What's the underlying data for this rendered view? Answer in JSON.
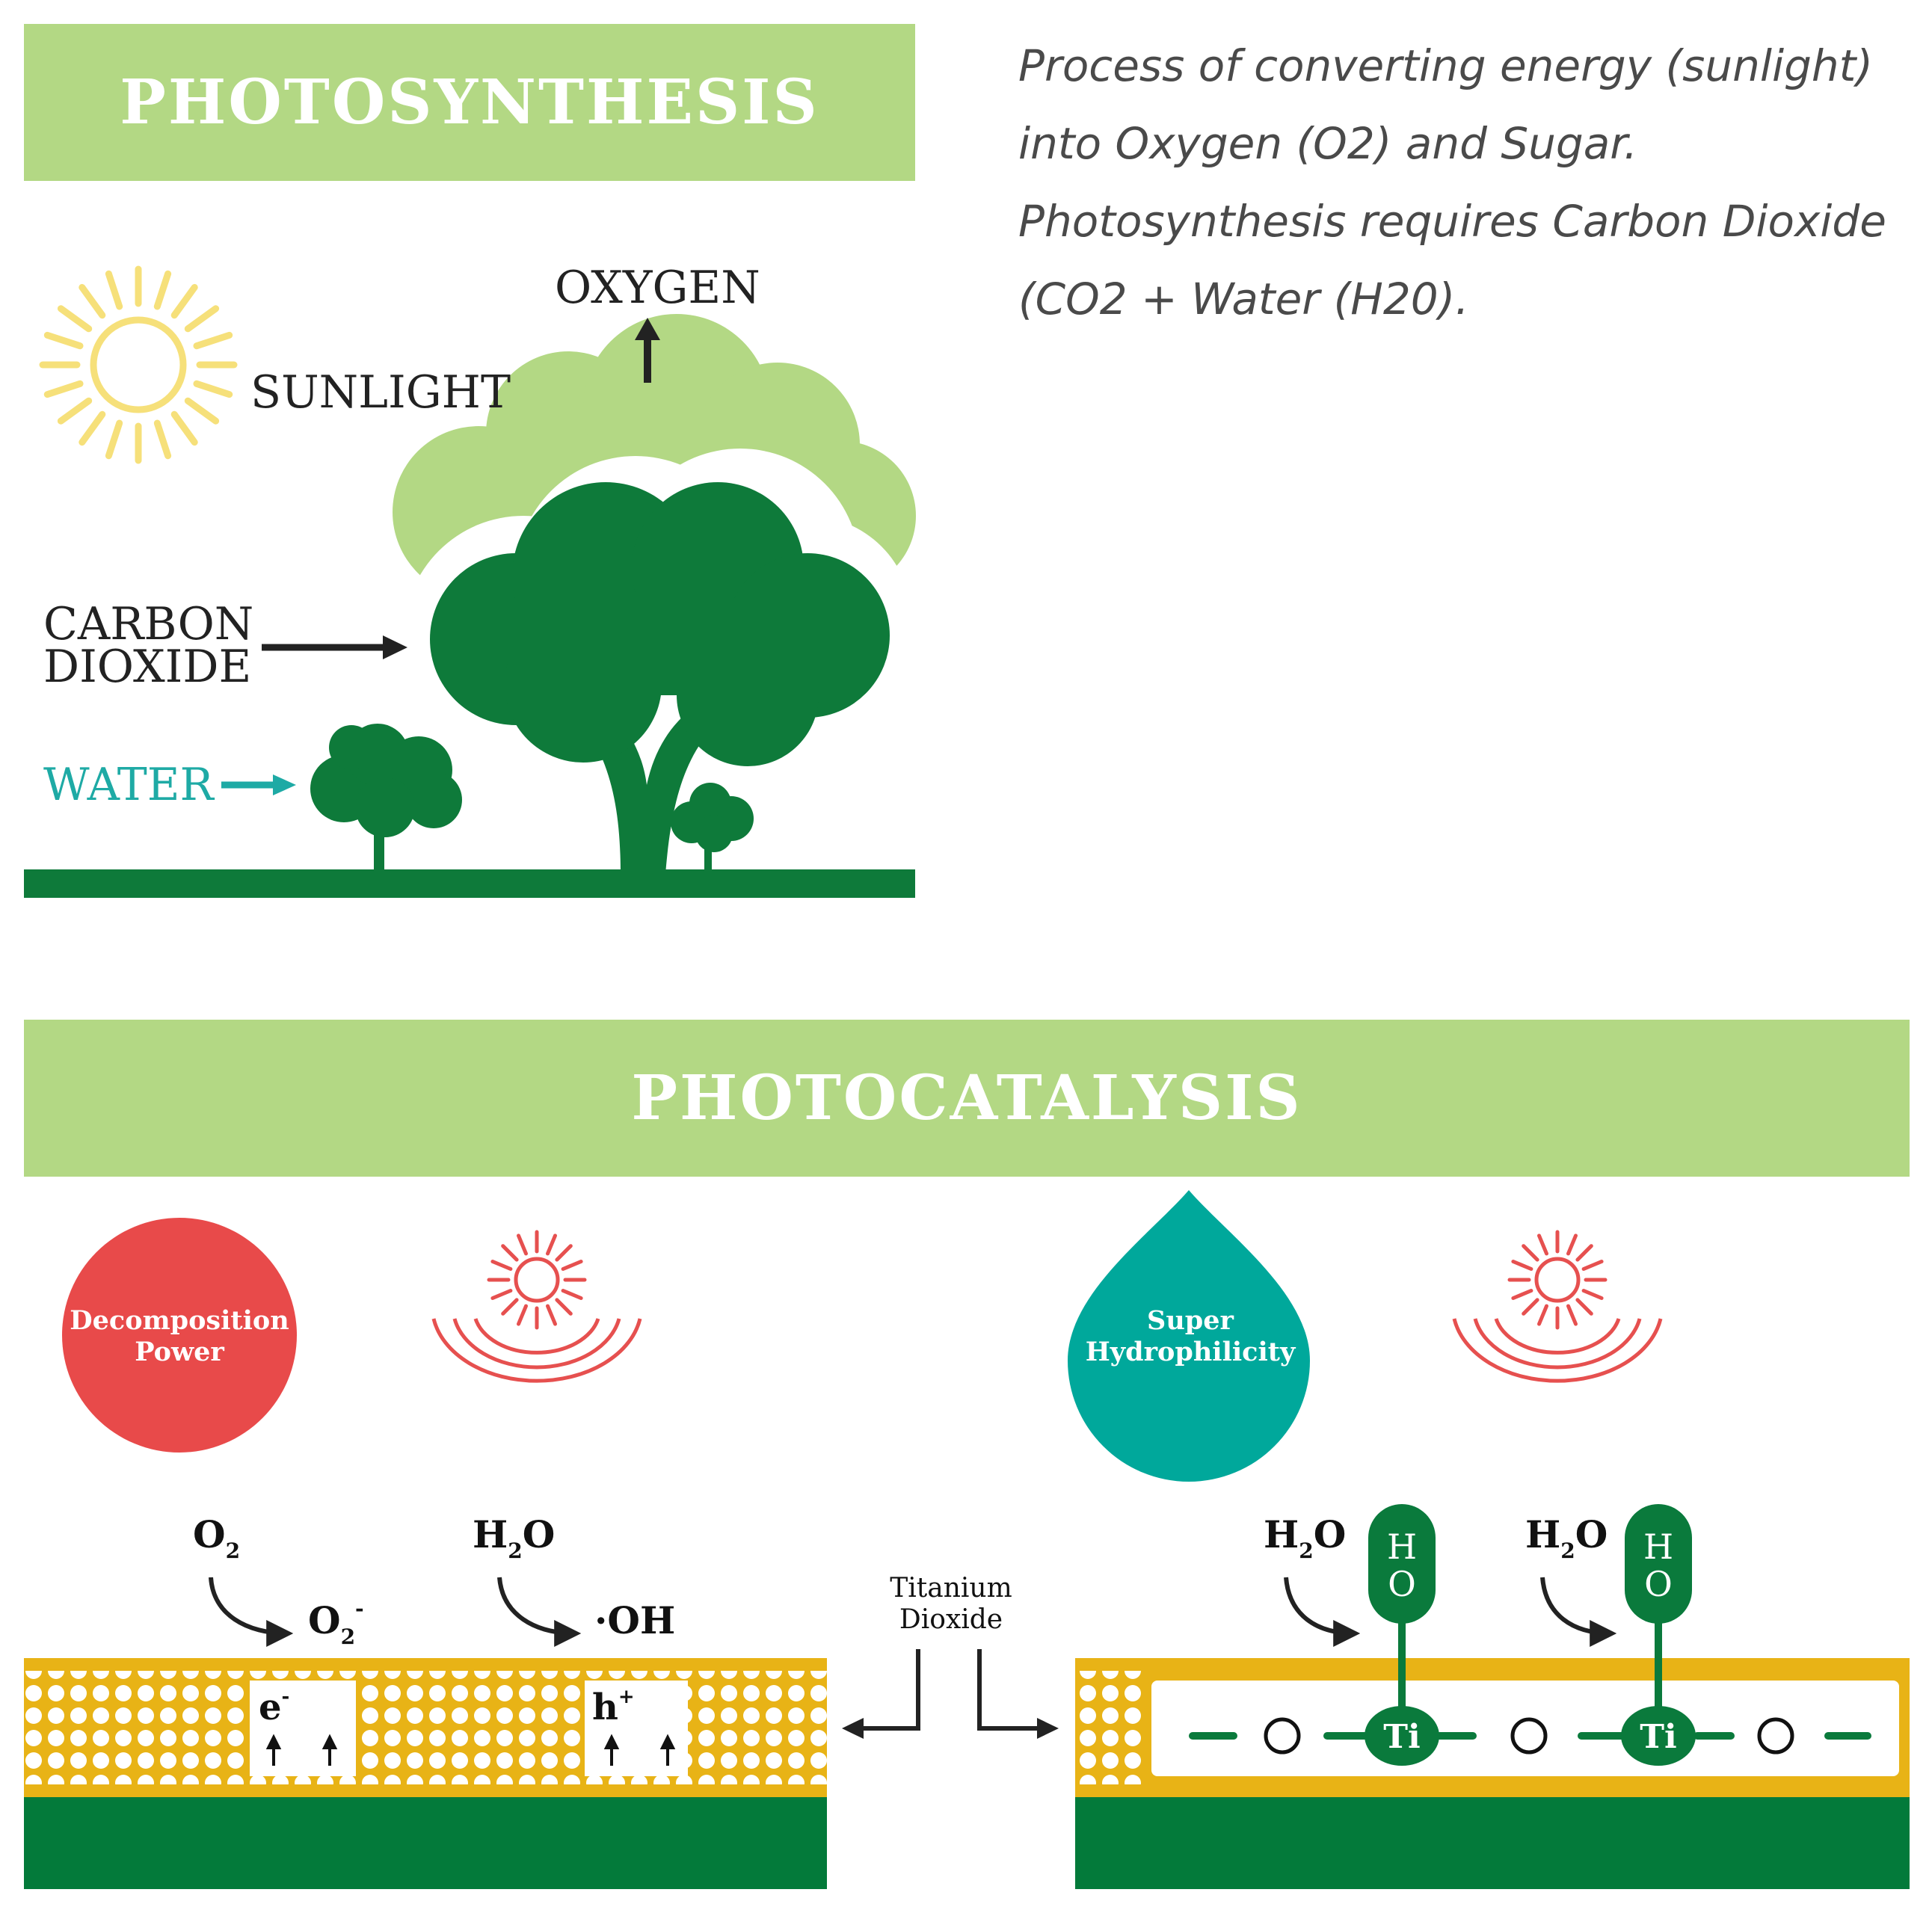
{
  "photosynthesis": {
    "title": "PHOTOSYNTHESIS",
    "description": [
      "Process of converting energy (sunlight)",
      "into Oxygen (O2) and Sugar.",
      "Photosynthesis requires Carbon Dioxide",
      "(CO2 + Water (H20)."
    ],
    "labels": {
      "oxygen": "OXYGEN",
      "sunlight": "SUNLIGHT",
      "carbon": "CARBON",
      "dioxide": "DIOXIDE",
      "water": "WATER"
    }
  },
  "photocatalysis": {
    "title": "PHOTOCATALYSIS",
    "decomposition": {
      "line1": "Decomposition",
      "line2": "Power"
    },
    "hydrophilicity": {
      "line1": "Super",
      "line2": "Hydrophilicity"
    },
    "titanium": {
      "line1": "Titanium",
      "line2": "Dioxide"
    },
    "left_reactions": {
      "o2": "O",
      "o2_sub": "2",
      "o2_minus": "O",
      "o2_minus_sub": "2",
      "o2_minus_sup": "-",
      "h2o": "H",
      "h2o_sub": "2",
      "h2o_tail": "O",
      "oh": "·OH",
      "electron": "e",
      "electron_sup": "-",
      "hole": "h",
      "hole_sup": "+"
    },
    "right_reactions": {
      "h2o_a": "H",
      "h2o_a_sub": "2",
      "h2o_a_tail": "O",
      "h2o_b": "H",
      "h2o_b_sub": "2",
      "h2o_b_tail": "O",
      "ho_h": "H",
      "ho_o": "O",
      "ti": "Ti"
    }
  },
  "colors": {
    "light_green": "#b3d884",
    "dark_green": "#0a7a3c",
    "tree_green": "#0e7a3a",
    "sun_yellow": "#f6e07a",
    "water_teal": "#1eaaa5",
    "decomp_red": "#e84a4a",
    "teal_drop": "#00a89b",
    "gold": "#e8b316",
    "sun_red": "#e6504f"
  }
}
